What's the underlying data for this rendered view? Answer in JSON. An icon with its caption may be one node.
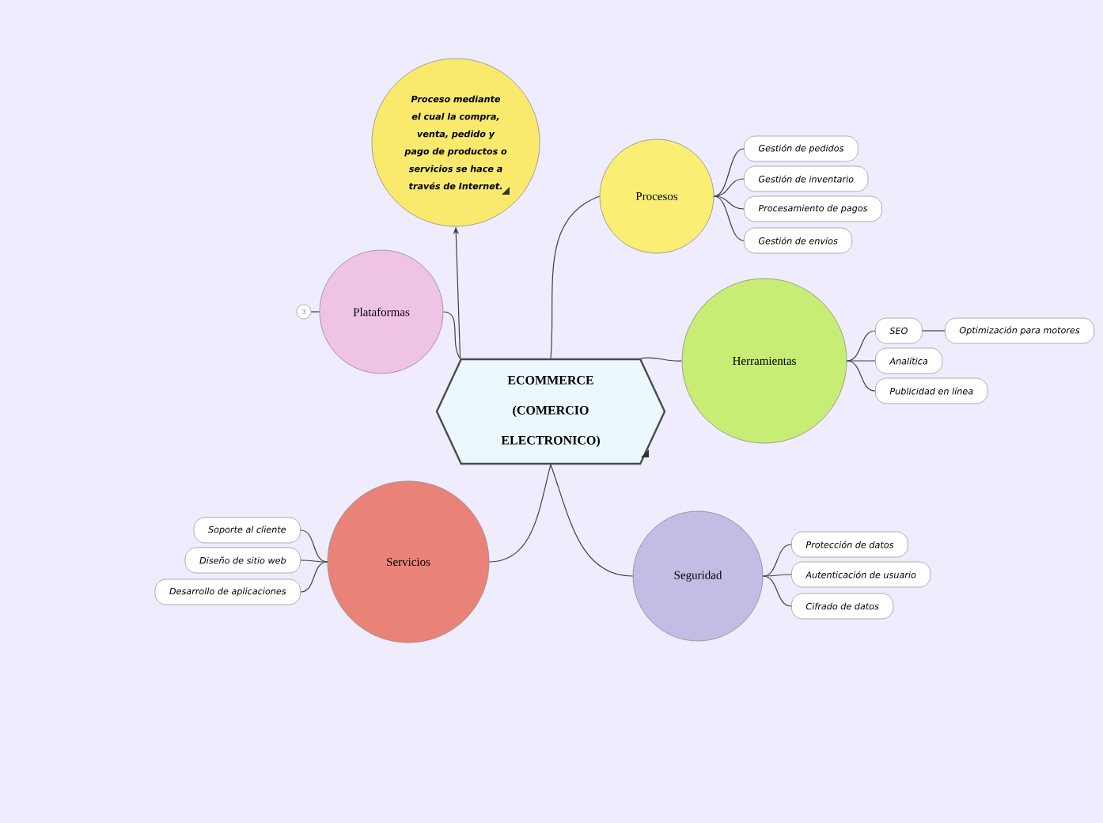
{
  "diagram": {
    "nodes": [
      {
        "text": [
          "ECOMMERCE (COMERCIO ELECTRONICO)"
        ]
      },
      {
        "text": [
          "Proceso mediante el cual la compra, venta, pedido y pago de productos o servicios se hace a través de Internet."
        ]
      },
      {
        "text": [
          "Plataformas"
        ]
      },
      {
        "text": [
          "3"
        ]
      },
      {
        "text": [
          "Procesos"
        ]
      },
      {
        "text": [
          "Gestión de pedidos"
        ]
      },
      {
        "text": [
          "Gestión de inventario"
        ]
      },
      {
        "text": [
          "Procesamiento de pagos"
        ]
      },
      {
        "text": [
          "Gestión de envíos"
        ]
      },
      {
        "text": [
          "Herramientas"
        ]
      },
      {
        "text": [
          "SEO"
        ]
      },
      {
        "text": [
          "Optimización para motores"
        ]
      },
      {
        "text": [
          "Analítica"
        ]
      },
      {
        "text": [
          "Publicidad en línea"
        ]
      },
      {
        "text": [
          "Servicios"
        ]
      },
      {
        "text": [
          "Soporte al cliente"
        ]
      },
      {
        "text": [
          "Diseño de sitio web"
        ]
      },
      {
        "text": [
          "Desarrollo de aplicaciones"
        ]
      },
      {
        "text": [
          "Seguridad"
        ]
      },
      {
        "text": [
          "Protección de datos"
        ]
      },
      {
        "text": [
          "Autenticación de usuario"
        ]
      },
      {
        "text": [
          "Cifrado de datos"
        ]
      }
    ],
    "edges": [
      {
        "from": 0,
        "to": 1,
        "arrow": "to"
      },
      {
        "from": 0,
        "to": 2,
        "arrow": "none"
      },
      {
        "from": 2,
        "to": 3,
        "arrow": "none"
      },
      {
        "from": 0,
        "to": 4,
        "arrow": "none"
      },
      {
        "from": 4,
        "to": 5,
        "arrow": "none"
      },
      {
        "from": 4,
        "to": 6,
        "arrow": "none"
      },
      {
        "from": 4,
        "to": 7,
        "arrow": "none"
      },
      {
        "from": 4,
        "to": 8,
        "arrow": "none"
      },
      {
        "from": 0,
        "to": 9,
        "arrow": "none"
      },
      {
        "from": 9,
        "to": 10,
        "arrow": "none"
      },
      {
        "from": 10,
        "to": 11,
        "arrow": "none"
      },
      {
        "from": 9,
        "to": 12,
        "arrow": "none"
      },
      {
        "from": 9,
        "to": 13,
        "arrow": "none"
      },
      {
        "from": 0,
        "to": 14,
        "arrow": "none"
      },
      {
        "from": 14,
        "to": 15,
        "arrow": "none"
      },
      {
        "from": 14,
        "to": 16,
        "arrow": "none"
      },
      {
        "from": 14,
        "to": 17,
        "arrow": "none"
      },
      {
        "from": 0,
        "to": 18,
        "arrow": "none"
      },
      {
        "from": 18,
        "to": 19,
        "arrow": "none"
      },
      {
        "from": 18,
        "to": 20,
        "arrow": "none"
      },
      {
        "from": 18,
        "to": 21,
        "arrow": "none"
      }
    ]
  }
}
